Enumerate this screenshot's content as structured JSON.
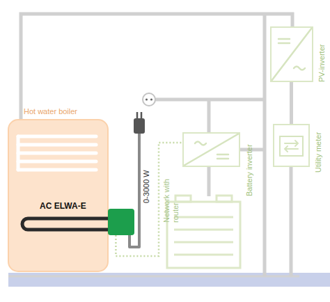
{
  "diagram": {
    "nodes": [
      {
        "text": [
          "Hot water boiler"
        ]
      },
      {
        "text": [
          "AC ELWA-E"
        ]
      },
      {
        "text": [
          "Battery inverter"
        ]
      },
      {
        "text": [
          "PV-inverter"
        ]
      },
      {
        "text": [
          "Utility meter"
        ]
      }
    ],
    "edges": [
      {
        "from": 1,
        "to": 2,
        "arrow": "none",
        "label": "Network with router"
      },
      {
        "from": 3,
        "to": 4,
        "arrow": "none"
      }
    ],
    "labels": [
      "0-3000 W"
    ]
  }
}
